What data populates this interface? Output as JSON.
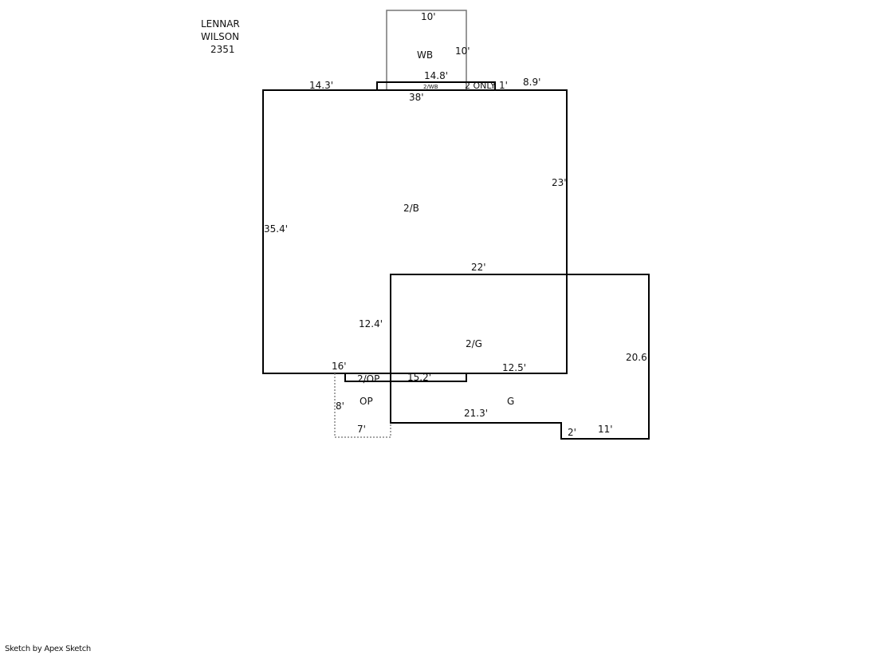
{
  "header": {
    "line1": "LENNAR",
    "line2": "WILSON",
    "line3": "2351"
  },
  "areas": {
    "wb": "WB",
    "wb2": "2/WB",
    "two_only": "2 ONLY",
    "b2": "2/B",
    "g2": "2/G",
    "g": "G",
    "op2": "2/OP",
    "op": "OP"
  },
  "dimensions": {
    "wb_top": "10'",
    "wb_right": "10'",
    "wb2_width": "14.8'",
    "one_ft": "1'",
    "right_top": "8.9'",
    "left_top": "14.3'",
    "top_main": "38'",
    "right_main": "23'",
    "left_main": "35.4'",
    "g_top": "22'",
    "inner_left": "12.4'",
    "bottom_left": "16'",
    "op2_width": "15.2'",
    "bottom_right": "12.5'",
    "g_right": "20.6",
    "g_bottom": "21.3'",
    "step": "2'",
    "g_bottom_right": "11'",
    "op_side": "8'",
    "op_bottom": "7'"
  },
  "footer": "Sketch by Apex Sketch"
}
